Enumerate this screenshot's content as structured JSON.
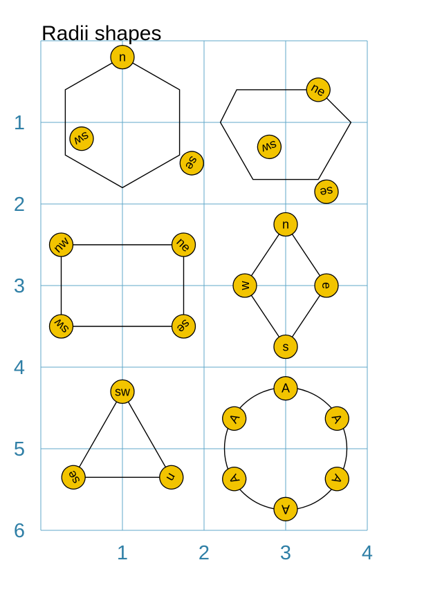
{
  "title": "Radii shapes",
  "axes": {
    "x_ticks": [
      "1",
      "2",
      "3",
      "4"
    ],
    "y_ticks": [
      "1",
      "2",
      "3",
      "4",
      "5",
      "6"
    ],
    "x_range": [
      0,
      4
    ],
    "y_range": [
      0,
      6
    ],
    "y_inverted": true,
    "grid": true
  },
  "colors": {
    "grid": "#5fa7c9",
    "ticks": "#2f7fa6",
    "badge_fill": "#f2c400",
    "outline": "#000000"
  },
  "shapes": [
    {
      "id": "hexagon-left",
      "type": "polygon",
      "vertices": [
        [
          1.0,
          0.2
        ],
        [
          1.7,
          0.6
        ],
        [
          1.7,
          1.4
        ],
        [
          1.0,
          1.8
        ],
        [
          0.3,
          1.4
        ],
        [
          0.3,
          0.6
        ]
      ],
      "badges": [
        {
          "label": "n",
          "at": [
            1.0,
            0.2
          ],
          "rotate": 0
        },
        {
          "label": "se",
          "at": [
            1.85,
            1.5
          ],
          "rotate": 120
        },
        {
          "label": "sw",
          "at": [
            0.5,
            1.2
          ],
          "rotate": 150
        }
      ]
    },
    {
      "id": "hexagon-right",
      "type": "polygon",
      "vertices": [
        [
          2.4,
          0.6
        ],
        [
          3.4,
          0.6
        ],
        [
          3.8,
          1.0
        ],
        [
          3.4,
          1.7
        ],
        [
          2.6,
          1.7
        ],
        [
          2.2,
          1.0
        ]
      ],
      "badges": [
        {
          "label": "ne",
          "at": [
            3.4,
            0.6
          ],
          "rotate": 30
        },
        {
          "label": "sw",
          "at": [
            2.8,
            1.3
          ],
          "rotate": 160
        },
        {
          "label": "se",
          "at": [
            3.5,
            1.85
          ],
          "rotate": 170
        }
      ]
    },
    {
      "id": "rectangle",
      "type": "polygon",
      "vertices": [
        [
          0.25,
          2.5
        ],
        [
          1.75,
          2.5
        ],
        [
          1.75,
          3.5
        ],
        [
          0.25,
          3.5
        ]
      ],
      "badges": [
        {
          "label": "nw",
          "at": [
            0.25,
            2.5
          ],
          "rotate": -45
        },
        {
          "label": "ne",
          "at": [
            1.75,
            2.5
          ],
          "rotate": 45
        },
        {
          "label": "sw",
          "at": [
            0.25,
            3.5
          ],
          "rotate": -135
        },
        {
          "label": "se",
          "at": [
            1.75,
            3.5
          ],
          "rotate": 135
        }
      ]
    },
    {
      "id": "diamond",
      "type": "polygon",
      "vertices": [
        [
          3.0,
          2.25
        ],
        [
          3.5,
          3.0
        ],
        [
          3.0,
          3.75
        ],
        [
          2.5,
          3.0
        ]
      ],
      "badges": [
        {
          "label": "n",
          "at": [
            3.0,
            2.25
          ],
          "rotate": 0
        },
        {
          "label": "e",
          "at": [
            3.5,
            3.0
          ],
          "rotate": 90
        },
        {
          "label": "s",
          "at": [
            3.0,
            3.75
          ],
          "rotate": 0
        },
        {
          "label": "w",
          "at": [
            2.5,
            3.0
          ],
          "rotate": -90
        }
      ]
    },
    {
      "id": "triangle",
      "type": "polygon",
      "vertices": [
        [
          1.0,
          4.3
        ],
        [
          1.6,
          5.35
        ],
        [
          0.4,
          5.35
        ]
      ],
      "badges": [
        {
          "label": "sw",
          "at": [
            1.0,
            4.3
          ],
          "rotate": 0
        },
        {
          "label": "n",
          "at": [
            1.6,
            5.35
          ],
          "rotate": 120
        },
        {
          "label": "se",
          "at": [
            0.4,
            5.35
          ],
          "rotate": -120
        }
      ]
    },
    {
      "id": "circle",
      "type": "circle",
      "center": [
        3.0,
        5.0
      ],
      "radius": 0.75,
      "badges": [
        {
          "label": "A",
          "at": [
            3.0,
            4.26
          ],
          "rotate": 0
        },
        {
          "label": "A",
          "at": [
            3.63,
            4.63
          ],
          "rotate": 60
        },
        {
          "label": "A",
          "at": [
            3.63,
            5.37
          ],
          "rotate": 120
        },
        {
          "label": "A",
          "at": [
            3.0,
            5.74
          ],
          "rotate": 180
        },
        {
          "label": "A",
          "at": [
            2.37,
            5.37
          ],
          "rotate": -120
        },
        {
          "label": "A",
          "at": [
            2.37,
            4.63
          ],
          "rotate": -60
        }
      ]
    }
  ]
}
